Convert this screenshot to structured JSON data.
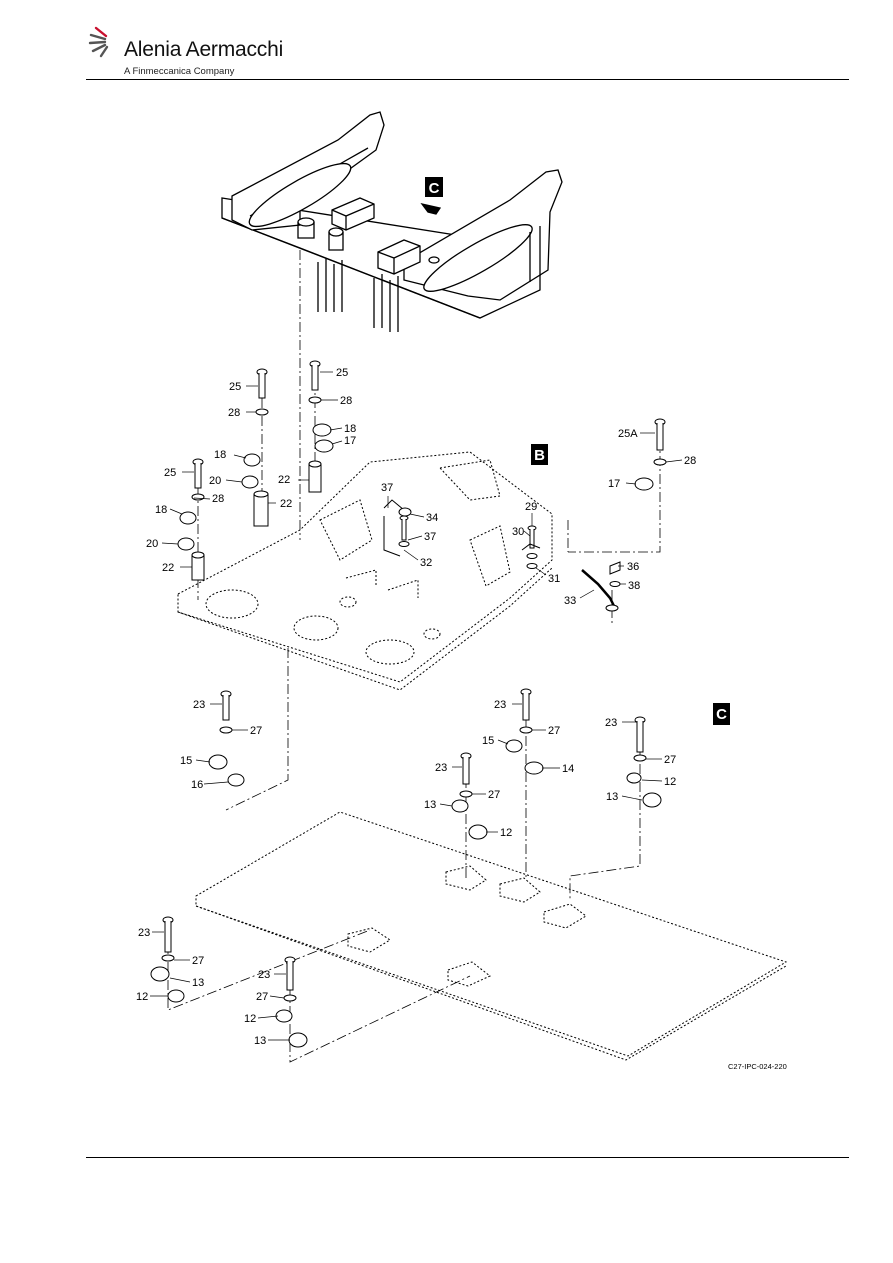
{
  "header": {
    "brand_name": "Alenia Aermacchi",
    "tagline": "A Finmeccanica Company"
  },
  "figure": {
    "ref": "C27-IPC-024-220",
    "view_labels": [
      "C",
      "B",
      "C"
    ],
    "callouts": [
      "25",
      "28",
      "18",
      "20",
      "25",
      "28",
      "18",
      "20",
      "22",
      "22",
      "25",
      "28",
      "18",
      "17",
      "22",
      "25A",
      "28",
      "17",
      "37",
      "34",
      "37",
      "32",
      "29",
      "30",
      "31",
      "36",
      "38",
      "33",
      "23",
      "27",
      "15",
      "16",
      "23",
      "27",
      "15",
      "14",
      "23",
      "27",
      "13",
      "12",
      "23",
      "27",
      "12",
      "13",
      "23",
      "27",
      "13",
      "12",
      "23",
      "27",
      "12",
      "13"
    ]
  }
}
